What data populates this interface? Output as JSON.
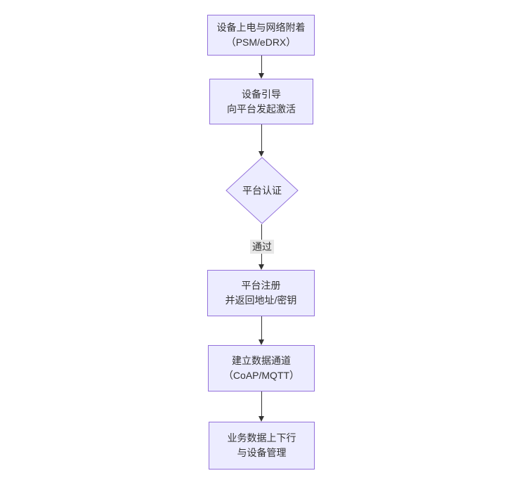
{
  "colors": {
    "canvas_bg": "#ffffff",
    "node_fill": "#ececff",
    "node_border": "#9370db",
    "edge_line": "#333333",
    "text": "#333333",
    "edge_label_bg": "#e8e8e8",
    "edge_label_text": "#333333"
  },
  "flowchart": {
    "nodes": [
      {
        "id": "power-attach",
        "shape": "rect",
        "lines": [
          "设备上电与网络附着",
          "（PSM/eDRX）"
        ]
      },
      {
        "id": "bootstrap",
        "shape": "rect",
        "lines": [
          "设备引导",
          "向平台发起激活"
        ]
      },
      {
        "id": "platform-auth",
        "shape": "diamond",
        "lines": [
          "平台认证"
        ]
      },
      {
        "id": "platform-register",
        "shape": "rect",
        "lines": [
          "平台注册",
          "并返回地址/密钥"
        ]
      },
      {
        "id": "data-channel",
        "shape": "rect",
        "lines": [
          "建立数据通道",
          "（CoAP/MQTT）"
        ]
      },
      {
        "id": "business-data",
        "shape": "rect",
        "lines": [
          "业务数据上下行",
          "与设备管理"
        ]
      }
    ],
    "edge_labels": {
      "auth_pass": "通过"
    }
  }
}
